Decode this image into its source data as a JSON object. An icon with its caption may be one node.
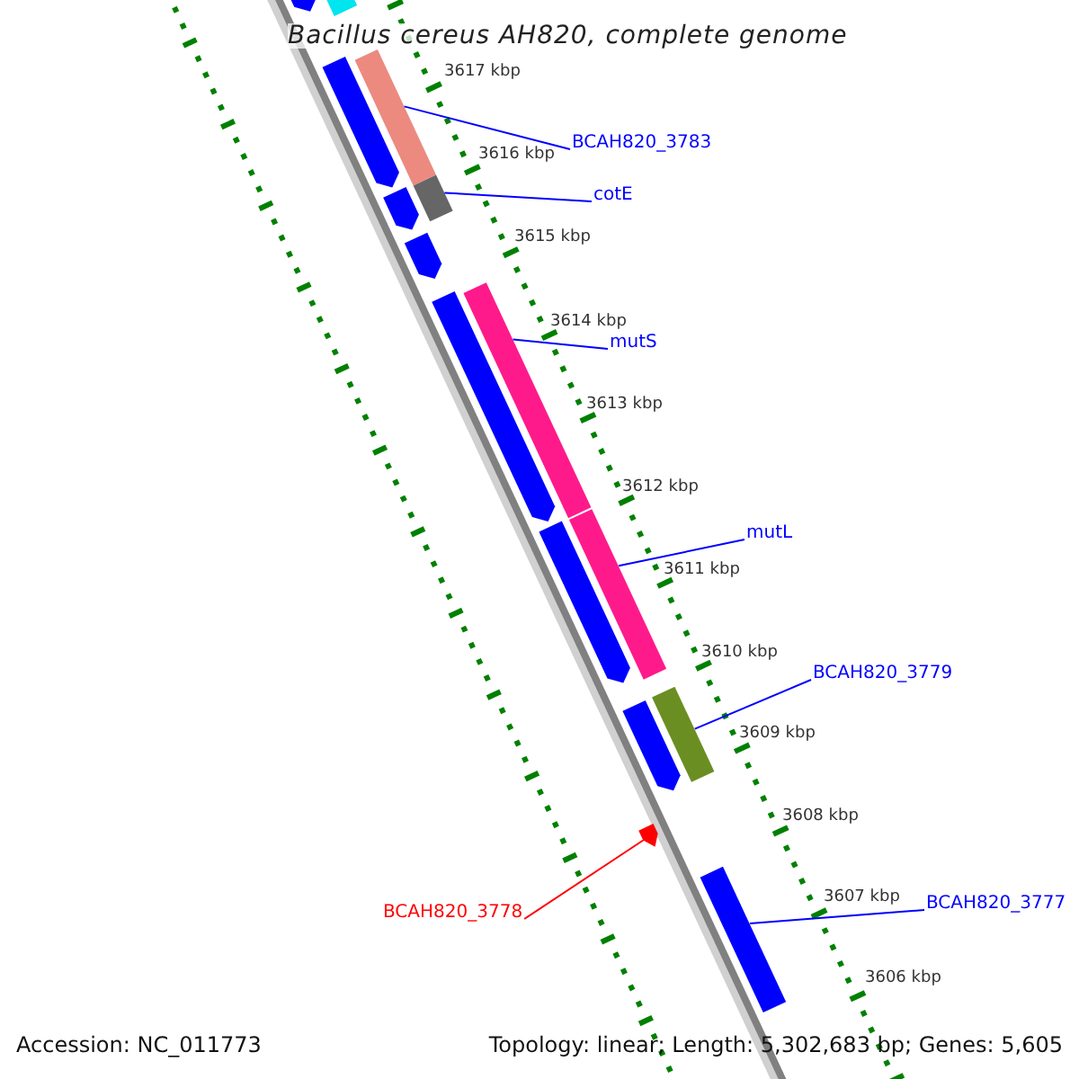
{
  "diagram": {
    "title": "Bacillus cereus AH820, complete genome",
    "nodes": [
      {
        "text": [
          "BCAH820_3783"
        ]
      },
      {
        "text": [],
        "shape": "bar"
      },
      {
        "text": [
          "cotE"
        ]
      },
      {
        "text": [],
        "shape": "bar"
      },
      {
        "text": [
          "mutS"
        ]
      },
      {
        "text": [],
        "shape": "bar"
      },
      {
        "text": [
          "mutL"
        ]
      },
      {
        "text": [],
        "shape": "bar"
      },
      {
        "text": [
          "BCAH820_3779"
        ]
      },
      {
        "text": [],
        "shape": "bar"
      },
      {
        "text": [
          "BCAH820_3778"
        ]
      },
      {
        "text": [],
        "shape": "bar"
      },
      {
        "text": [
          "BCAH820_3777"
        ]
      },
      {
        "text": [],
        "shape": "bar"
      },
      {
        "text": [],
        "shape": "bar"
      },
      {
        "text": [],
        "shape": "bar"
      },
      {
        "text": [],
        "shape": "bar"
      },
      {
        "text": [],
        "shape": "bar"
      },
      {
        "text": [],
        "shape": "bar"
      },
      {
        "text": [],
        "shape": "bar"
      },
      {
        "text": [],
        "shape": "bar"
      },
      {
        "text": [],
        "shape": "bar"
      }
    ],
    "edges": [
      {
        "from": 0,
        "to": 1,
        "arrow": "none"
      },
      {
        "from": 2,
        "to": 3,
        "arrow": "none"
      },
      {
        "from": 4,
        "to": 5,
        "arrow": "none"
      },
      {
        "from": 6,
        "to": 7,
        "arrow": "none"
      },
      {
        "from": 8,
        "to": 9,
        "arrow": "none"
      },
      {
        "from": 10,
        "to": 11,
        "arrow": "none",
        "color": "#ff0000"
      },
      {
        "from": 12,
        "to": 13,
        "arrow": "none"
      }
    ],
    "labels": [
      "3617 kbp",
      "3616 kbp",
      "3615 kbp",
      "3614 kbp",
      "3613 kbp",
      "3612 kbp",
      "3611 kbp",
      "3610 kbp",
      "3609 kbp",
      "3608 kbp",
      "3607 kbp",
      "3606 kbp",
      "Accession: NC_011773",
      "Topology: linear; Length: 5,302,683 bp; Genes: 5,605"
    ]
  }
}
